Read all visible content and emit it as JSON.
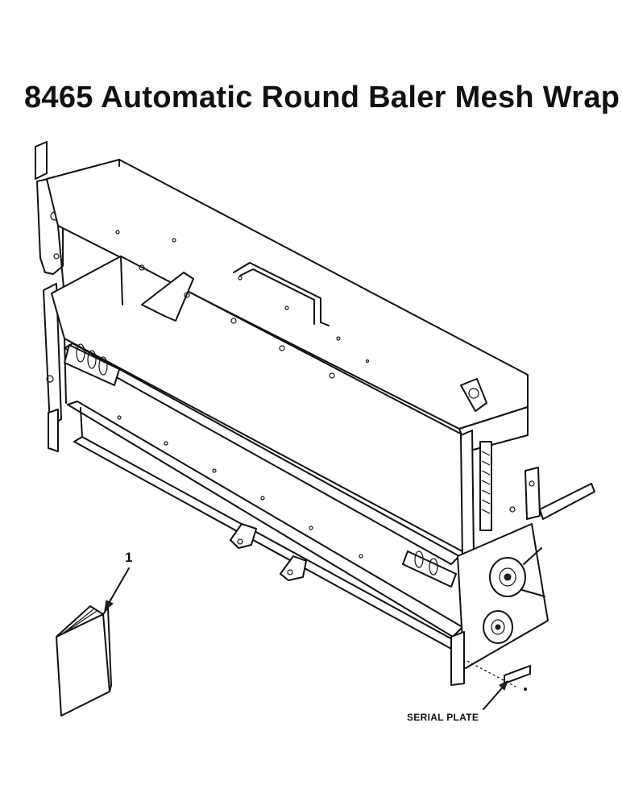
{
  "title": "8465 Automatic Round Baler Mesh Wrap",
  "callouts": [
    {
      "number": "1",
      "target": "operator-manual"
    }
  ],
  "labels": {
    "serial_plate": "SERIAL PLATE"
  }
}
